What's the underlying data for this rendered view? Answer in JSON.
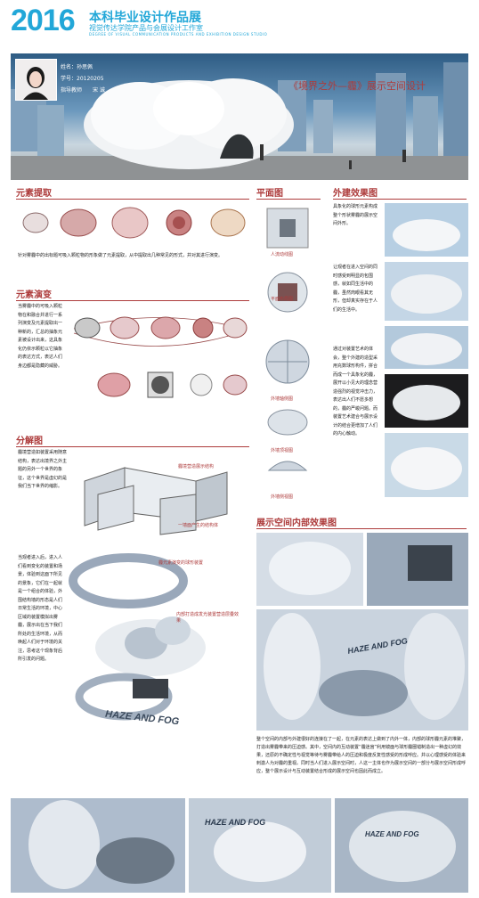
{
  "header": {
    "year": "2016",
    "title": "本科毕业设计作品展",
    "subtitle": "视觉传达学院产品与会展设计工作室",
    "english": "DEGREE OF VISUAL COMMUNICATION PRODUCTS AND EXHIBITION DESIGN STUDIO"
  },
  "student": {
    "name_line": "姓名：孙思佩",
    "id_line": "学号：20120205",
    "advisor_label": "指导教师",
    "advisor_name": "宋 诚"
  },
  "project_title": "《境界之外—霾》展示空间设计",
  "sections": {
    "element_extract": {
      "title": "元素提取",
      "text": "针对雾霾中的出标题可吸入颗粒物的形象做了元素提取，从中提取出几种常见的形式，并对其进行演变。"
    },
    "element_evolve": {
      "title": "元素演变",
      "text": "当雾霾中的可吸入颗粒物在和融合并进行一系列演变及元素提取出一种新的，汇总的抽象元素被设计出来，这具象化仍依示颗粒以它抽象的表达方式，表达人们身边都是隐藏的威胁。"
    },
    "exploded": {
      "title": "分解图",
      "text": "霾境营造如装置采用随意结构，表达出境界之外主题的另外一个世界的象征，这个世界是虚幻的是我们当下世界的缩影。",
      "label_top": "霾境营造展示结构",
      "label_bottom": "一墙面产生的结构体"
    },
    "interior_note": {
      "text": "当观者进入后，进入人们看到变化的装置和场景，体验到这面下所见的景象，它们在一起就是一个组合的体验，外围结构墙的形态是人们日常生活的环境，中心区域的装置模拟出雾霾，展示出在当下我们所处的生活环境，从而唤起人们对于环境的关注，思考这个现象背后所引发的问题。",
      "label_a": "霾元素演变的球形装置",
      "label_b": "内部打造成发光装置营造层叠效果"
    },
    "plan": {
      "title": "平面图",
      "captions": [
        "人流动线图",
        "平面布局图",
        "外墙轴侧图",
        "外墙顶视图",
        "外墙侧视图"
      ]
    },
    "exterior": {
      "title": "外建效果图",
      "text1": "具象化的球形元素构成整个形状雾霾的展示空间外形。",
      "text2": "让观者在进入空间的同时感受到明显的包围感，就如同生活中的霾，虽然肉眼看其无形，但却真实存在于人们的生活中。",
      "text3": "通过对装置艺术的体会，整个外建的造型采用充数球形构件，拼合而成一个具象化的霾，展开以小见大的理念营造强烈的视觉冲击力，表达出人们不愿多想的，霾的严峻问题。而装置艺术建合与展示设计的结合更增加了人们的内心触动。"
    },
    "interior": {
      "title": "展示空间内部效果图",
      "haze_text": "HAZE AND FOG",
      "text": "整个空间的内部与外建很好的连接在了一起，在元素的表达上做到了内外一体，内部的球形霾元素的堆聚，打造出雾霾带来的压迫感。其中，空间内的互动装置“霾迷宫”利用镜面与球形霾圈错制造出一种虚幻的效果，还原的不确定性与视觉等待与雾霾带给人的压迫和极度反复性感受的形成呼应。并以心理感受的体验来刺激人为对霾的重视。同时当人们进入展示空间时，人这一主体也作为展示空间的一部分与展示空间形成呼应，整个展示设计与互动装置结合形成的展示空间也因此而成立。"
    }
  },
  "colors": {
    "accent": "#ad3b3b",
    "brand": "#22a7d8"
  }
}
